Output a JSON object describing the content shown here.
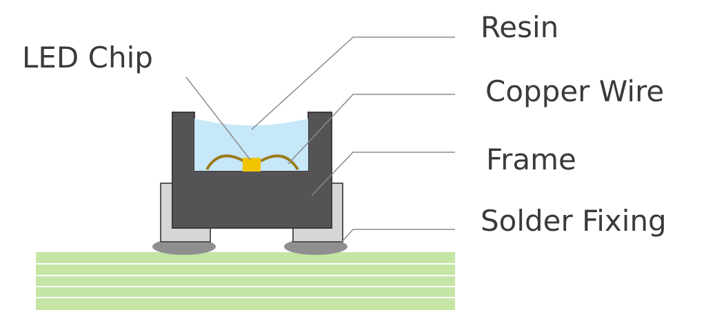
{
  "labels": {
    "led_chip": "LED Chip",
    "resin": "Resin",
    "copper_wire": "Copper Wire",
    "frame": "Frame",
    "solder_fixing": "Solder Fixing"
  },
  "colors": {
    "frame": "#555355",
    "resin": "#c6e8f8",
    "chip": "#f2c400",
    "wire": "#9a7a1a",
    "pad": "#d6d6d6",
    "solder": "#8f8f8f",
    "board": "#c5e5a5",
    "board_lines": "#ffffff",
    "leader": "#8a8a8a",
    "text": "#3a3a3a"
  }
}
